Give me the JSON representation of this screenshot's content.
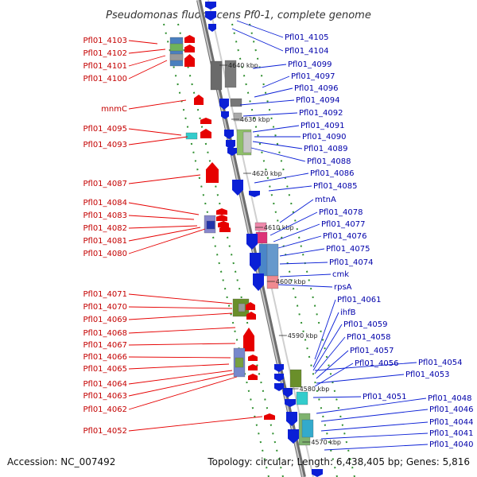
{
  "title": "Pseudomonas fluorescens Pf0-1, complete genome",
  "footer": {
    "accession": "Accession: NC_007492",
    "topology": "Topology: circular; Length: 6,438,405 bp; Genes: 5,816"
  },
  "colors": {
    "forward": "#e60000",
    "reverse": "#0a1fd6",
    "backbone": "#8a8a8a",
    "tick": "#2f8f2f"
  },
  "kbp_marks": [
    "4640 kbp",
    "4630 kbp",
    "4620 kbp",
    "4610 kbp",
    "4600 kbp",
    "4590 kbp",
    "4580 kbp",
    "4570 kbp"
  ],
  "left_labels": [
    "Pfl01_4103",
    "Pfl01_4102",
    "Pfl01_4101",
    "Pfl01_4100",
    "mnmC",
    "Pfl01_4095",
    "Pfl01_4093",
    "Pfl01_4087",
    "Pfl01_4084",
    "Pfl01_4083",
    "Pfl01_4082",
    "Pfl01_4081",
    "Pfl01_4080",
    "Pfl01_4071",
    "Pfl01_4070",
    "Pfl01_4069",
    "Pfl01_4068",
    "Pfl01_4067",
    "Pfl01_4066",
    "Pfl01_4065",
    "Pfl01_4064",
    "Pfl01_4063",
    "Pfl01_4062",
    "Pfl01_4052"
  ],
  "right_labels": [
    "Pfl01_4105",
    "Pfl01_4104",
    "Pfl01_4099",
    "Pfl01_4097",
    "Pfl01_4096",
    "Pfl01_4094",
    "Pfl01_4092",
    "Pfl01_4091",
    "Pfl01_4090",
    "Pfl01_4089",
    "Pfl01_4088",
    "Pfl01_4086",
    "Pfl01_4085",
    "mtnA",
    "Pfl01_4078",
    "Pfl01_4077",
    "Pfl01_4076",
    "Pfl01_4075",
    "Pfl01_4074",
    "cmk",
    "rpsA",
    "Pfl01_4061",
    "ihfB",
    "Pfl01_4059",
    "Pfl01_4058",
    "Pfl01_4057",
    "Pfl01_4056",
    "Pfl01_4054",
    "Pfl01_4053",
    "Pfl01_4051",
    "Pfl01_4048",
    "Pfl01_4046",
    "Pfl01_4044",
    "Pfl01_4041",
    "Pfl01_4040"
  ]
}
